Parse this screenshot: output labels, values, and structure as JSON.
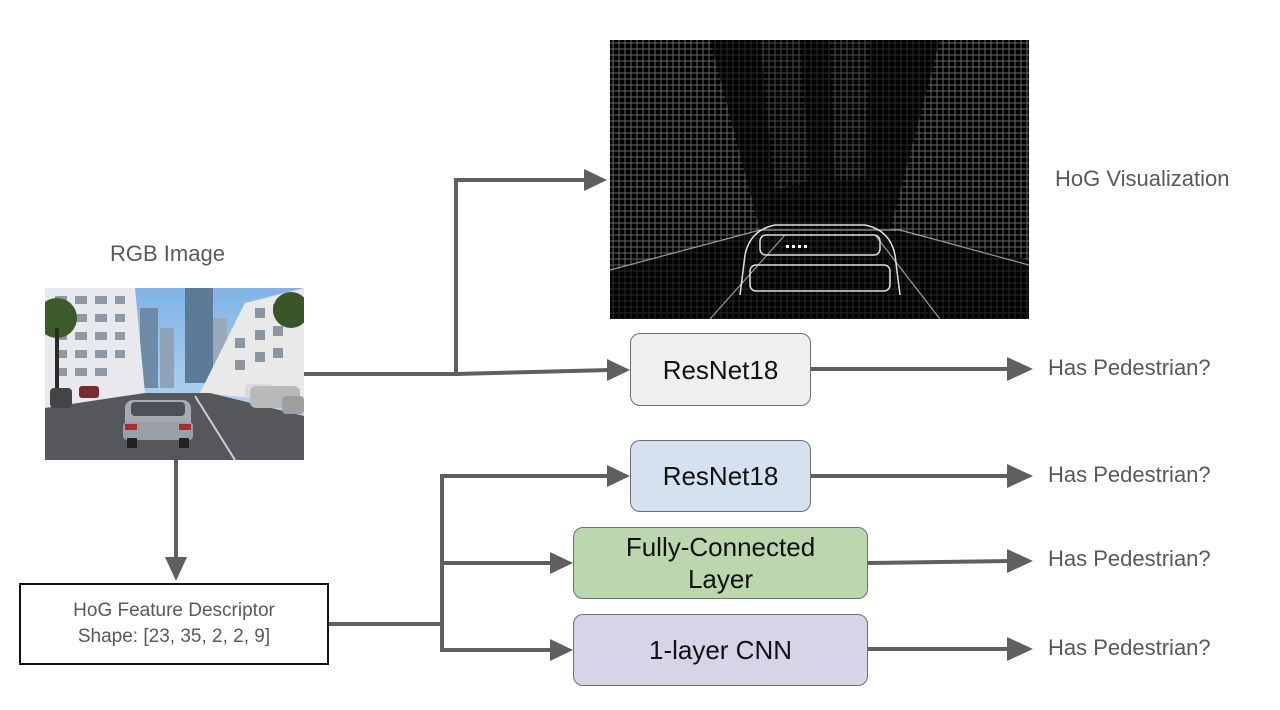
{
  "rgb_image": {
    "title": "RGB Image"
  },
  "hog_visualization": {
    "title": "HoG Visualization"
  },
  "descriptor": {
    "title": "HoG Feature Descriptor",
    "shape": "Shape: [23, 35, 2, 2, 9]"
  },
  "models": [
    {
      "label": "ResNet18",
      "fill": "#efefef"
    },
    {
      "label": "ResNet18",
      "fill": "#d4e2f0"
    },
    {
      "label": "Fully-Connected Layer",
      "fill": "#bcd6ad"
    },
    {
      "label": "1-layer CNN",
      "fill": "#d9d3e8"
    }
  ],
  "outputs": [
    "Has Pedestrian?",
    "Has Pedestrian?",
    "Has Pedestrian?",
    "Has Pedestrian?"
  ],
  "colors": {
    "arrow": "#5f5f5f",
    "text": "#595959"
  }
}
